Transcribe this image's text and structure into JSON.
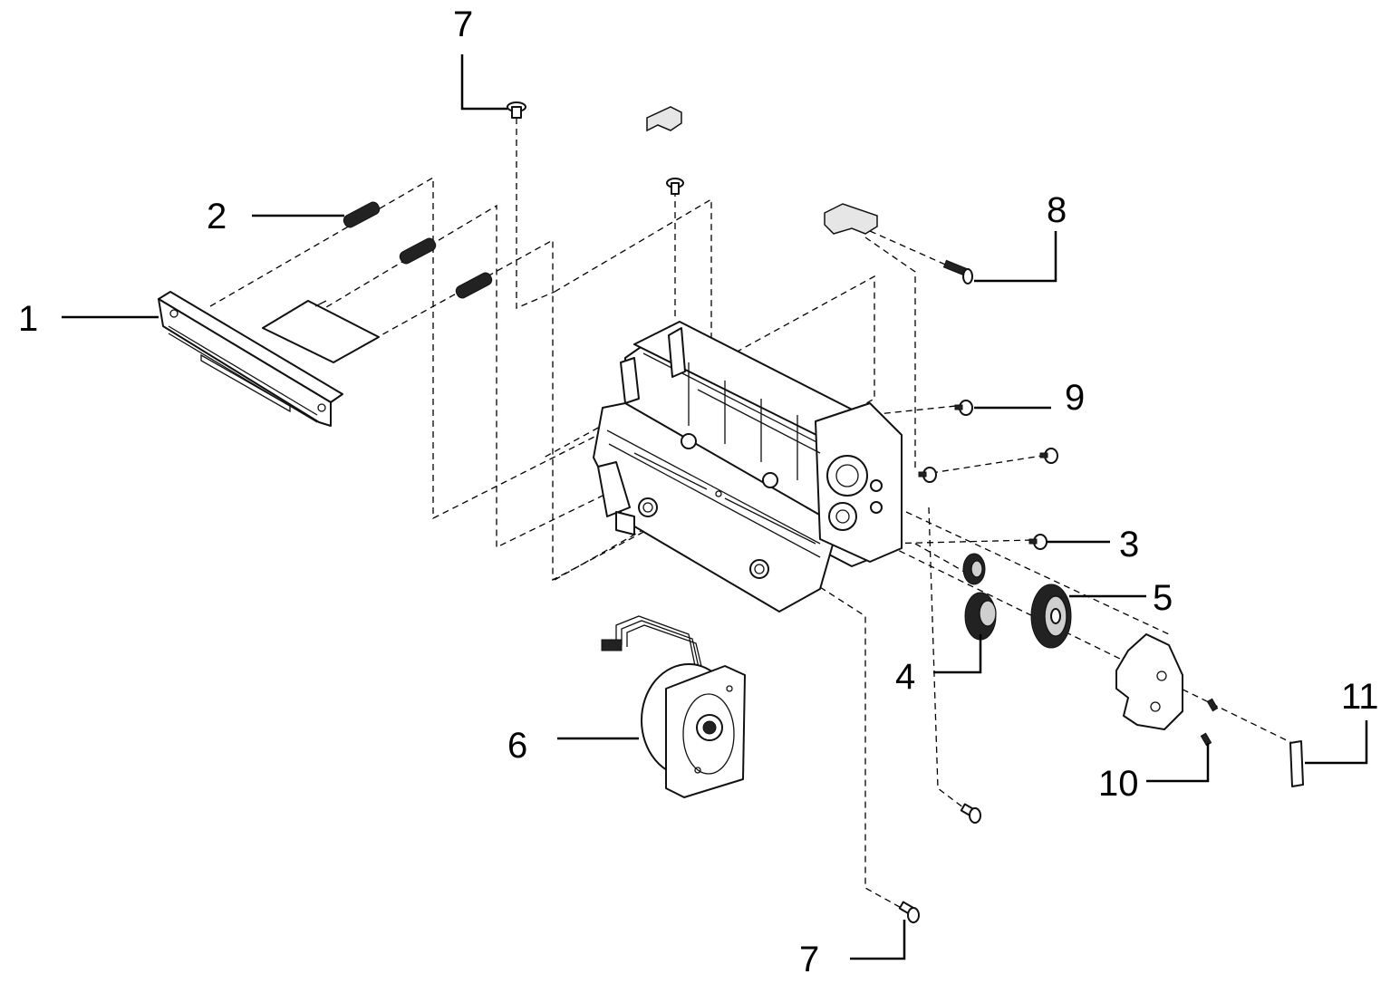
{
  "callouts": {
    "c1": "1",
    "c2": "2",
    "c3": "3",
    "c4": "4",
    "c5": "5",
    "c6": "6",
    "c7_top": "7",
    "c7_bottom": "7",
    "c8": "8",
    "c9": "9",
    "c10": "10",
    "c11": "11"
  },
  "parts": [
    "print-head",
    "compression-spring",
    "screw",
    "gear",
    "gear",
    "stepper-motor",
    "screw",
    "screw",
    "screw",
    "screw",
    "sensor"
  ]
}
